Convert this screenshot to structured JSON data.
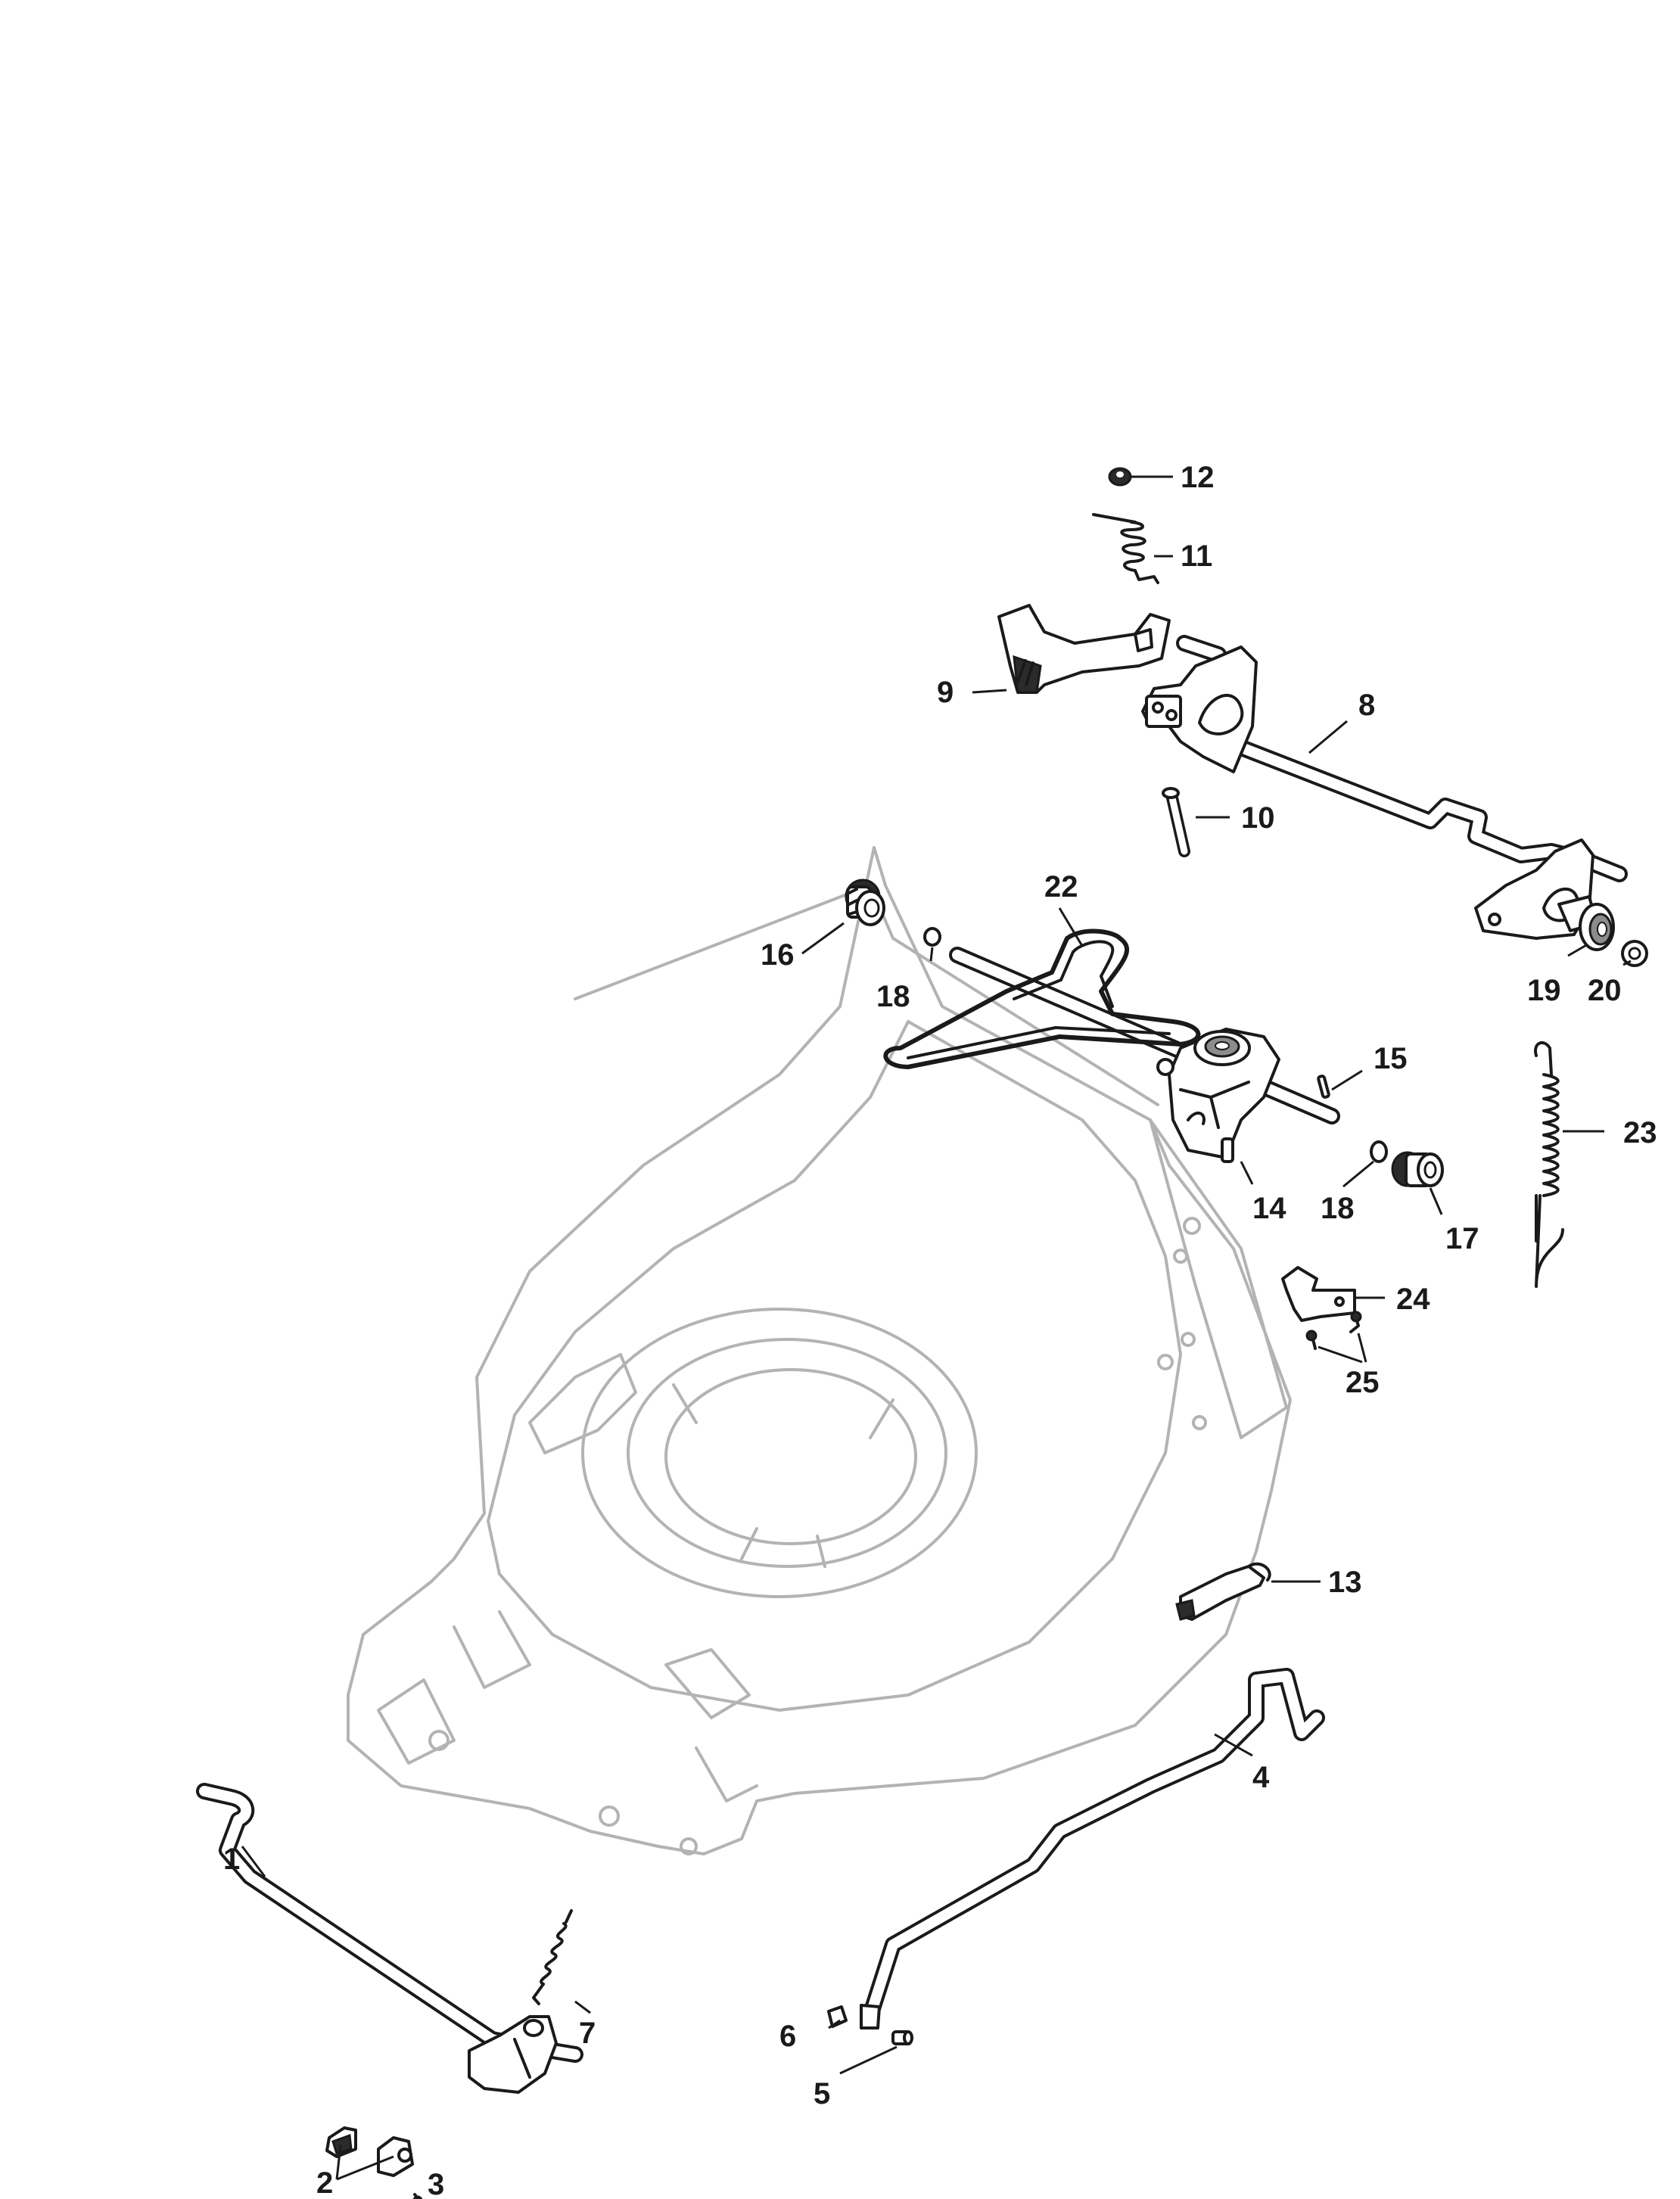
{
  "colors": {
    "line": "#1a1a1a",
    "deck": "#b3b3b3",
    "background": "#ffffff"
  },
  "callouts": {
    "c1": "1",
    "c2": "2",
    "c3": "3",
    "c4": "4",
    "c5": "5",
    "c6": "6",
    "c7": "7",
    "c8": "8",
    "c9": "9",
    "c10": "10",
    "c11": "11",
    "c12": "12",
    "c13": "13",
    "c14": "14",
    "c15": "15",
    "c16": "16",
    "c17": "17",
    "c18a": "18",
    "c18b": "18",
    "c19": "19",
    "c20": "20",
    "c22": "22",
    "c23": "23",
    "c24": "24",
    "c25": "25"
  }
}
